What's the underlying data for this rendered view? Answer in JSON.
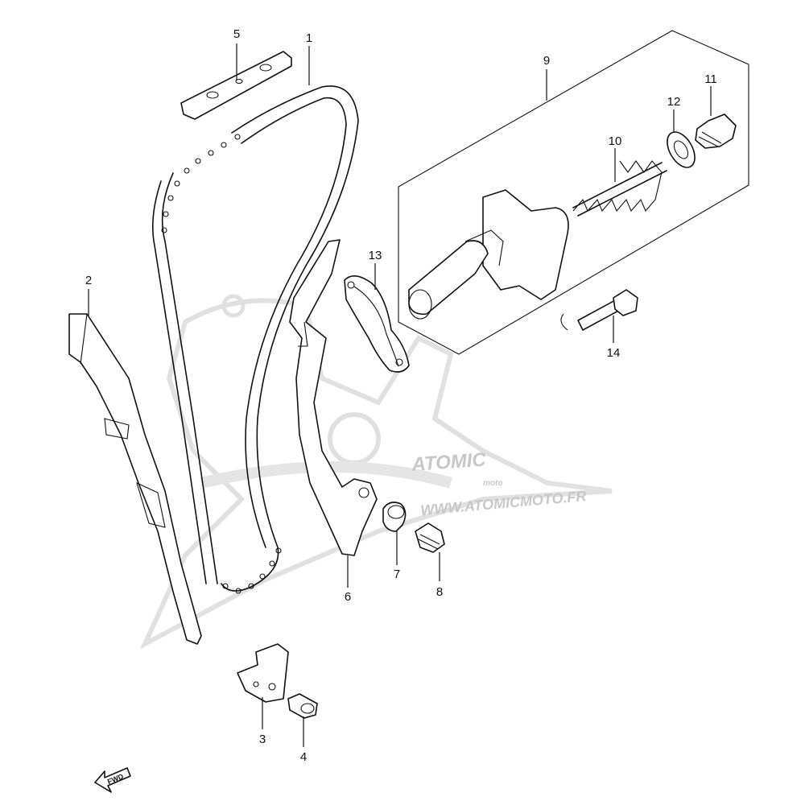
{
  "callouts": [
    {
      "id": "1",
      "part": "cam-chain"
    },
    {
      "id": "2",
      "part": "chain-guide-front"
    },
    {
      "id": "3",
      "part": "chain-guide-bottom"
    },
    {
      "id": "4",
      "part": "bolt-bottom-guide"
    },
    {
      "id": "5",
      "part": "upper-chain-guide"
    },
    {
      "id": "6",
      "part": "tensioner-guide"
    },
    {
      "id": "7",
      "part": "spacer-collar"
    },
    {
      "id": "8",
      "part": "bolt-tensioner-guide"
    },
    {
      "id": "9",
      "part": "tensioner-assembly"
    },
    {
      "id": "10",
      "part": "spring"
    },
    {
      "id": "11",
      "part": "cap-bolt"
    },
    {
      "id": "12",
      "part": "gasket-washer"
    },
    {
      "id": "13",
      "part": "tensioner-gasket"
    },
    {
      "id": "14",
      "part": "mounting-bolt"
    }
  ],
  "watermark": {
    "brand": "ATOMIC",
    "sub": "moto",
    "url": "WWW.ATOMICMOTO.FR",
    "color": "#c8c8c8"
  },
  "fwd_label": "FWD"
}
